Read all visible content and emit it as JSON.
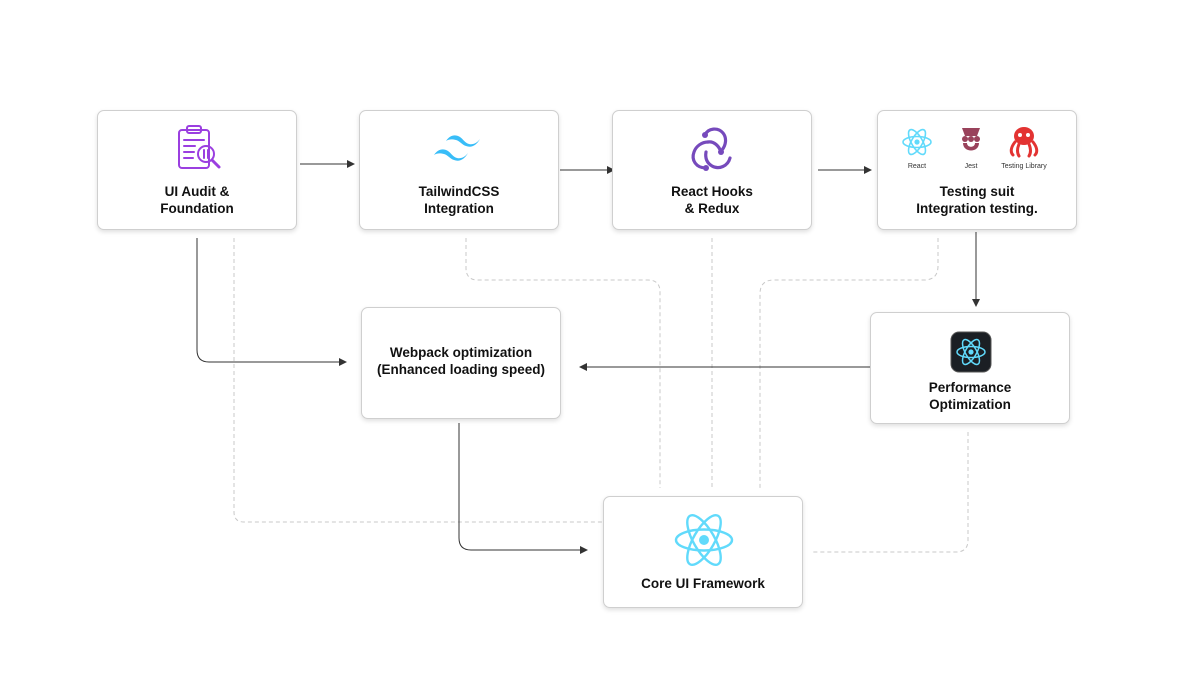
{
  "nodes": {
    "ui_audit": {
      "line1": "UI Audit &",
      "line2": "Foundation",
      "icon": "clipboard-search-icon"
    },
    "tailwind": {
      "line1": "TailwindCSS",
      "line2": "Integration",
      "icon": "tailwind-logo-icon"
    },
    "hooks_redux": {
      "line1": "React Hooks",
      "line2": "& Redux",
      "icon": "redux-logo-icon"
    },
    "testing": {
      "line1": "Testing suit",
      "line2": "Integration testing.",
      "logos": [
        {
          "label": "React",
          "icon": "react-logo-icon"
        },
        {
          "label": "Jest",
          "icon": "jest-logo-icon"
        },
        {
          "label": "Testing Library",
          "icon": "octopus-logo-icon"
        }
      ]
    },
    "webpack": {
      "line1": "Webpack optimization",
      "line2": "(Enhanced loading speed)"
    },
    "performance": {
      "line1": "Performance",
      "line2": "Optimization",
      "icon": "react-dark-badge-icon"
    },
    "core": {
      "line1": "Core UI Framework",
      "icon": "react-logo-icon"
    }
  },
  "colors": {
    "react": "#61dafb",
    "redux": "#764abc",
    "tailwind": "#38bdf8",
    "clipboard": "#9b3fe0",
    "jest": "#99425b",
    "octopus": "#e33332",
    "arrow": "#333333",
    "dashed": "#c8c8c8"
  }
}
